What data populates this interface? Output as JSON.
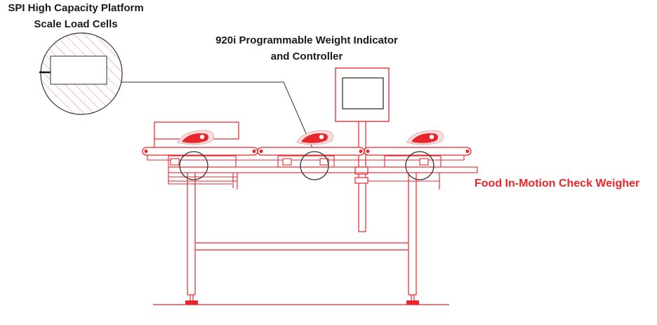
{
  "labels": {
    "load_cell_line1": "SPI High Capacity Platform",
    "load_cell_line2": "Scale Load Cells",
    "indicator_line1": "920i Programmable Weight Indicator",
    "indicator_line2": "and Controller",
    "machine_name": "Food In-Motion Check Weigher"
  },
  "colors": {
    "line_red": "#e8262b",
    "pale_red": "#f4a6a6",
    "leader_line": "#333333",
    "text_black": "#1a1a1a",
    "text_red": "#e8262b"
  },
  "icons": {
    "product_shape": "meat-steak-icon",
    "load_cell": "load-cell-icon",
    "indicator": "weight-indicator-icon"
  }
}
